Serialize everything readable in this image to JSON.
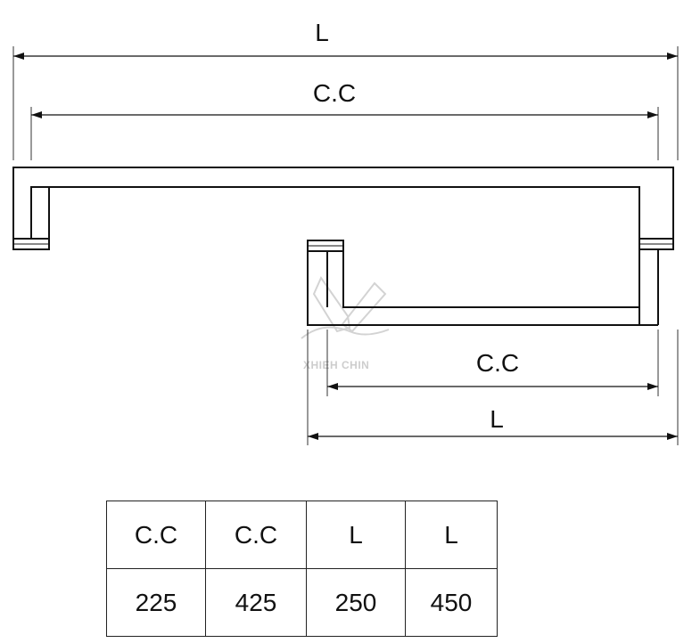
{
  "dimensions": {
    "top_length_label": "L",
    "top_center_label": "C.C",
    "bottom_center_label": "C.C",
    "bottom_length_label": "L"
  },
  "watermark": {
    "text": "XHIEH CHIN"
  },
  "spec_table": {
    "headers": [
      "C.C",
      "C.C",
      "L",
      "L"
    ],
    "values": [
      "225",
      "425",
      "250",
      "450"
    ]
  }
}
